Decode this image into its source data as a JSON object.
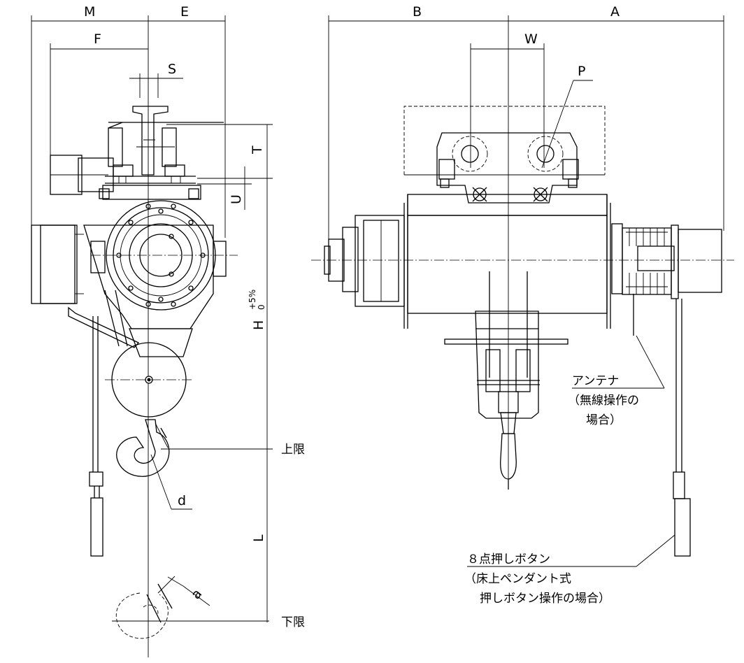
{
  "drawing": {
    "dimensions": {
      "M": "M",
      "E": "E",
      "F": "F",
      "S": "S",
      "T": "T",
      "U": "U",
      "H": "H",
      "H_tol_upper": "+5%",
      "H_tol_lower": "0",
      "L": "L",
      "d": "d",
      "a": "a",
      "B": "B",
      "A": "A",
      "W": "W",
      "P": "P"
    },
    "limits": {
      "upper": "上限",
      "lower": "下限"
    },
    "notes": {
      "antenna_title": "アンテナ",
      "antenna_line1": "（無線操作の",
      "antenna_line2": "場合）",
      "pendant_title": "８点押しボタン",
      "pendant_line1": "（床上ペンダント式",
      "pendant_line2": "押しボタン操作の場合）"
    }
  }
}
